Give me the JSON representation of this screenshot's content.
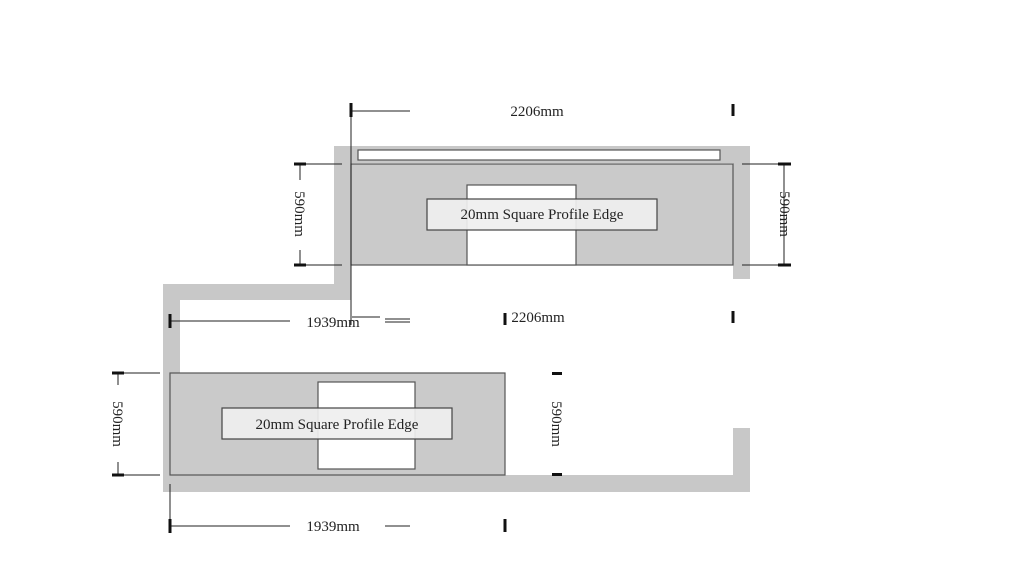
{
  "colors": {
    "wall": "#c8c8c8",
    "counter": "#cacaca",
    "outline": "#555555",
    "label_box": "#efefef",
    "line": "#222222"
  },
  "top_counter": {
    "label": "20mm Square Profile Edge",
    "width_label": "2206mm",
    "width_label_lower": "2206mm",
    "depth_label_left": "590mm",
    "depth_label_right": "590mm"
  },
  "bottom_counter": {
    "label": "20mm Square Profile Edge",
    "width_label_upper": "1939mm",
    "width_label_lower": "1939mm",
    "depth_label_left": "590mm",
    "depth_label_right": "590mm"
  }
}
